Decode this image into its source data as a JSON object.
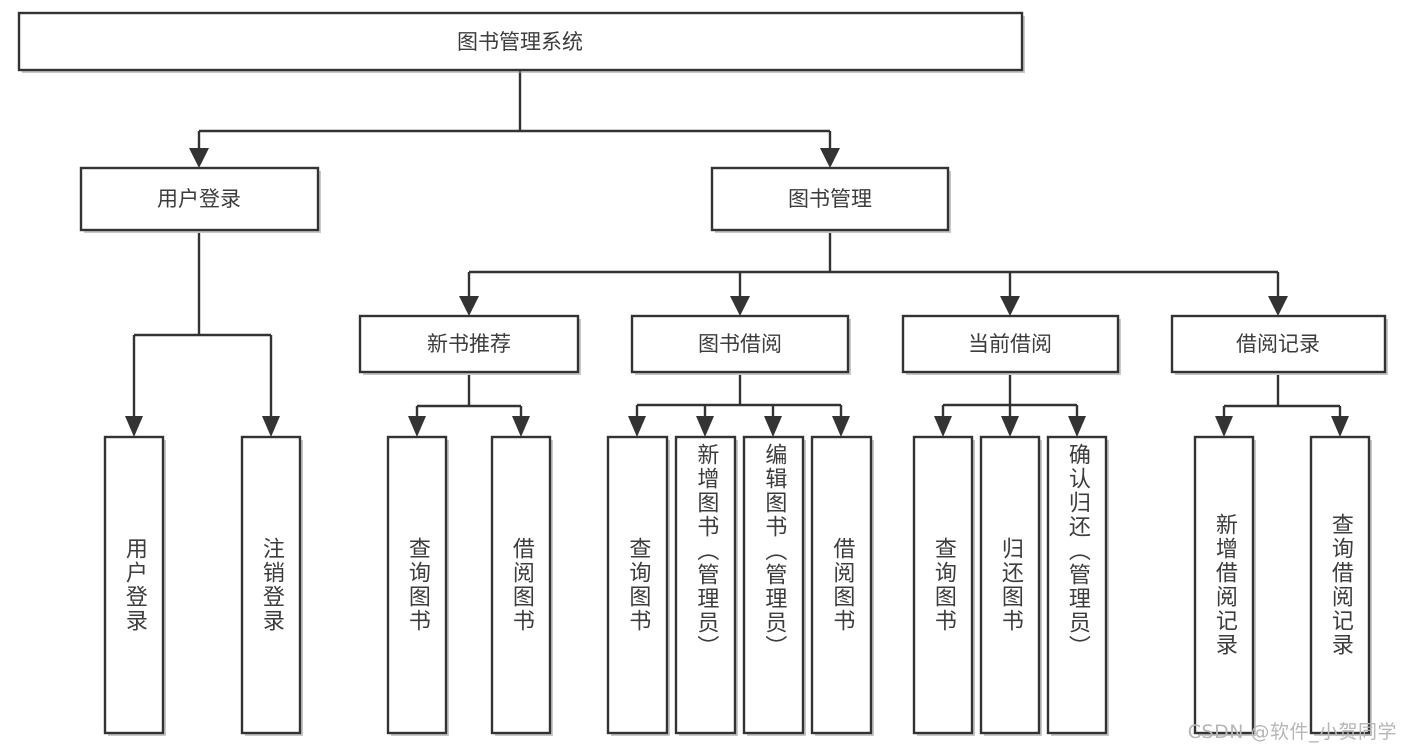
{
  "diagram": {
    "title": "图书管理系统",
    "type": "tree-hierarchy",
    "watermark": "CSDN @软件_小贺同学",
    "colors": {
      "box_fill": "#ffffff",
      "box_stroke": "#333333",
      "text": "#3c3c3c",
      "watermark": "#b6b6b6",
      "background": "#ffffff"
    },
    "root": {
      "label": "图书管理系统"
    },
    "level1": [
      {
        "id": "user-login",
        "label": "用户登录"
      },
      {
        "id": "book-manage",
        "label": "图书管理"
      }
    ],
    "level2": [
      {
        "id": "new-book-recommend",
        "label": "新书推荐",
        "parent": "book-manage"
      },
      {
        "id": "book-borrow",
        "label": "图书借阅",
        "parent": "book-manage"
      },
      {
        "id": "current-borrow",
        "label": "当前借阅",
        "parent": "book-manage"
      },
      {
        "id": "borrow-record",
        "label": "借阅记录",
        "parent": "book-manage"
      }
    ],
    "leaves": {
      "user_login": [
        {
          "id": "leaf-user-login",
          "label": "用户登录"
        },
        {
          "id": "leaf-logout-login",
          "label": "注销登录"
        }
      ],
      "new_book_recommend": [
        {
          "id": "leaf-query-book-1",
          "label": "查询图书"
        },
        {
          "id": "leaf-borrow-book-1",
          "label": "借阅图书"
        }
      ],
      "book_borrow": [
        {
          "id": "leaf-query-book-2",
          "label": "查询图书"
        },
        {
          "id": "leaf-add-book",
          "label": "新增图书（管理员）"
        },
        {
          "id": "leaf-edit-book",
          "label": "编辑图书（管理员）"
        },
        {
          "id": "leaf-borrow-book-2",
          "label": "借阅图书"
        }
      ],
      "current_borrow": [
        {
          "id": "leaf-query-book-3",
          "label": "查询图书"
        },
        {
          "id": "leaf-return-book",
          "label": "归还图书"
        },
        {
          "id": "leaf-confirm-return",
          "label": "确认归还（管理员）"
        }
      ],
      "borrow_record": [
        {
          "id": "leaf-add-record",
          "label": "新增借阅记录"
        },
        {
          "id": "leaf-query-record",
          "label": "查询借阅记录"
        }
      ]
    }
  }
}
